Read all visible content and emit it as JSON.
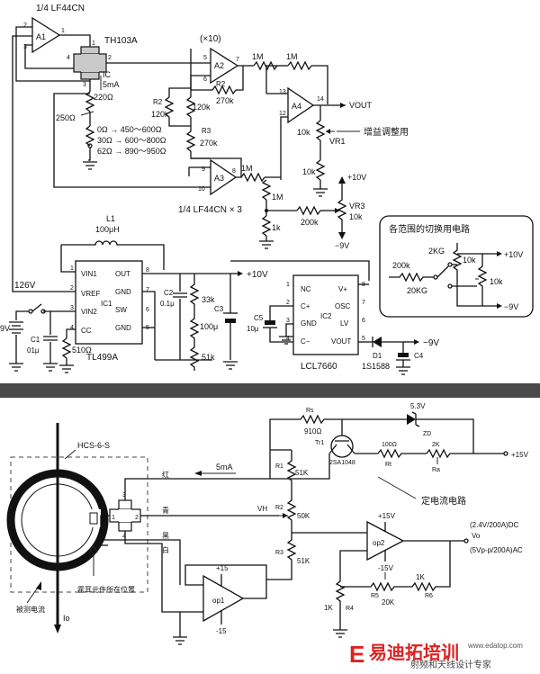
{
  "top": {
    "a1_frac": "1/4 LF44CN",
    "a1": "A1",
    "a1_in_minus": "2",
    "a1_in_plus": "3",
    "a1_out": "1",
    "hall": "TH103A",
    "hall_p1": "1",
    "hall_p2": "2",
    "hall_p3": "3",
    "hall_p4": "4",
    "ic_label": "IC",
    "ic_value": "5mA",
    "r220": "220Ω",
    "r250": "250Ω",
    "rng1": "0Ω → 450～600Ω",
    "rng2": "30Ω → 600～800Ω",
    "rng3": "62Ω → 890～950Ω",
    "gain10": "(×10)",
    "a2": "A2",
    "a2_p5": "5",
    "a2_p6": "6",
    "a2_p7": "7",
    "r2_label": "R2",
    "r2_value": "270k",
    "r1m_a": "1M",
    "r1m_b": "1M",
    "r_r2": "R2",
    "r_120k_a": "120k",
    "r_120k_b": "120k",
    "r3_label": "R3",
    "r3_value": "270k",
    "a4": "A4",
    "a4_p13": "13",
    "a4_p12": "12",
    "a4_p14": "14",
    "vout": "VOUT",
    "r10k_a": "10k",
    "vr1": "VR1",
    "gain_adj": "增益调整用",
    "r10k_b": "10k",
    "plus10v_a": "+10V",
    "a3": "A3",
    "a3_p9": "9",
    "a3_p10": "10",
    "a3_p8": "8",
    "r1m_c": "1M",
    "r1m_d": "1M",
    "a3_frac": "1/4 LF44CN × 3",
    "r1k": "1k",
    "r200k": "200k",
    "vr3": "VR3",
    "vr3_value": "10k",
    "minus9v_a": "−9V",
    "l1": "L1",
    "l1_value": "100μH",
    "ic1_vin1": "VIN1",
    "ic1_vref": "VREF",
    "ic1_vin2": "VIN2",
    "ic1_cc": "CC",
    "ic1_out": "OUT",
    "ic1_gnd1": "GND",
    "ic1_sw": "SW",
    "ic1_gnd2": "GND",
    "ic1_name": "IC1",
    "ic1_p1": "1",
    "ic1_p2": "2",
    "ic1_p3": "3",
    "ic1_p4": "4",
    "ic1_p5": "5",
    "ic1_p6": "6",
    "ic1_p7": "7",
    "ic1_p8": "8",
    "tl499": "TL499A",
    "v126": "126V",
    "v9": "9V",
    "c1": "C1",
    "c1_value": "01μ",
    "r510": "510Ω",
    "c2": "C2",
    "c2_value": "0.1μ",
    "r33k": "33k",
    "r100u": "100μ",
    "r51k": "51k",
    "c3": "C3",
    "plus10v_b": "+10V",
    "ic2_nc": "NC",
    "ic2_cp": "C+",
    "ic2_gnd": "GND",
    "ic2_cm": "C−",
    "ic2_vp": "V+",
    "ic2_osc": "OSC",
    "ic2_lv": "LV",
    "ic2_vout": "VOUT",
    "ic2_name": "IC2",
    "ic2_p1": "1",
    "ic2_p2": "2",
    "ic2_p3": "3",
    "ic2_p4": "4",
    "ic2_p5": "5",
    "ic2_p6": "6",
    "ic2_p7": "7",
    "ic2_p8": "8",
    "lcl": "LCL7660",
    "c5": "C5",
    "c5_value": "10μ",
    "d1": "D1",
    "d1_value": "1S1588",
    "c4": "C4",
    "minus9v_b": "−9V",
    "range_title": "各范围的切换用电路",
    "range_2kg": "2KG",
    "range_20kg": "20KG",
    "range_200k": "200k",
    "range_10k_a": "10k",
    "range_10k_b": "10k",
    "range_plus10v": "+10V",
    "range_minus9v": "−9V"
  },
  "bottom": {
    "sensor": "HCS-6-S",
    "red": "红",
    "green": "青",
    "black": "黑",
    "white": "白",
    "hall_1": "1",
    "hall_2": "2",
    "hall_3": "3",
    "hall_4": "4",
    "i5ma": "5mA",
    "vh": "VH",
    "r1": "R1",
    "r1_value": "51K",
    "r2": "R2",
    "r2_value": "50K",
    "r3": "R3",
    "r3_value": "51K",
    "rs": "Rs",
    "rs_value": "910Ω",
    "zd_value": "5.3V",
    "zd": "ZD",
    "tr1": "Tr1",
    "tr1_value": "2SA1048",
    "r100": "100Ω",
    "rt": "Rt",
    "r2k": "2K",
    "ra": "Ra",
    "plus15v_a": "+15V",
    "const_current": "定电流电路",
    "plus15v_b": "+15V",
    "op2": "op2",
    "minus15v_a": "-15V",
    "vo": "Vo",
    "dc": "(2.4V/200A)DC",
    "ac": "(5Vp-p/200A)AC",
    "r1k_a": "1K",
    "r4": "R4",
    "r20k": "20K",
    "r5": "R5",
    "r1k_b": "1K",
    "r6": "R6",
    "op1": "op1",
    "op1_plus15": "+15",
    "op1_minus15": "-15",
    "io": "Io",
    "measured": "被测电流",
    "hall_pos": "霍耳元件所在位置",
    "wm_brand": "易迪拓培训",
    "wm_sub": "射频和天线设计专家",
    "wm_url": "www.edatop.com",
    "wm_mark": "E"
  }
}
